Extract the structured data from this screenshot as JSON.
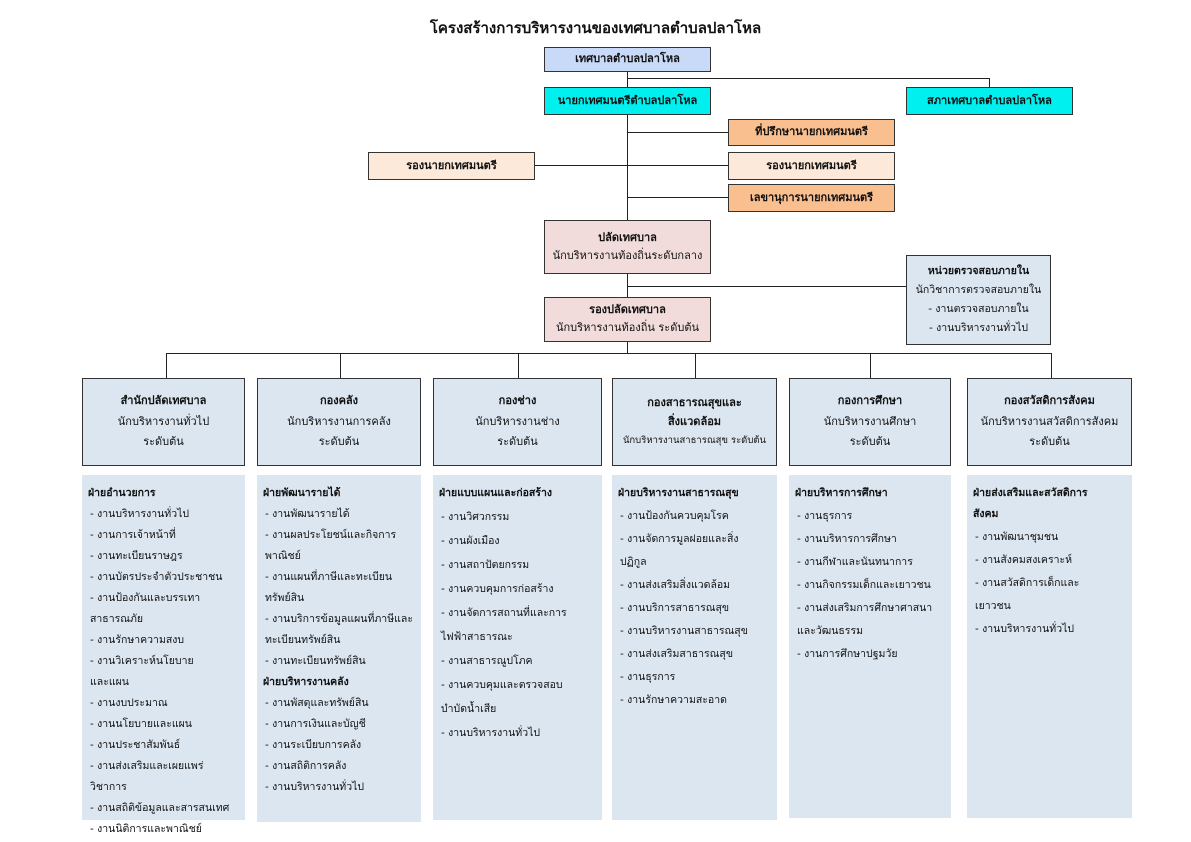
{
  "title": "โครงสร้างการบริหารงานของเทศบาลตำบลปลาโหล",
  "top": {
    "municipality": "เทศบาลตำบลปลาโหล",
    "mayor": "นายกเทศมนตรีตำบลปลาโหล",
    "council": "สภาเทศบาลตำบลปลาโหล",
    "advisor": "ที่ปรึกษานายกเทศมนตรี",
    "deputy_left": "รองนายกเทศมนตรี",
    "deputy_right": "รองนายกเทศมนตรี",
    "secretary": "เลขานุการนายกเทศมนตรี",
    "clerk_title": "ปลัดเทศบาล",
    "clerk_sub": "นักบริหารงานท้องถิ่นระดับกลาง",
    "deputy_clerk_title": "รองปลัดเทศบาล",
    "deputy_clerk_sub": "นักบริหารงานท้องถิ่น ระดับต้น",
    "audit_title": "หน่วยตรวจสอบภายใน",
    "audit_sub": "นักวิชาการตรวจสอบภายใน",
    "audit_items": [
      "- งานตรวจสอบภายใน",
      "- งานบริหารงานทั่วไป"
    ]
  },
  "divisions": [
    {
      "name": "สำนักปลัดเทศบาล",
      "line2": "นักบริหารงานทั่วไป",
      "line3": "ระดับต้น",
      "sections": [
        {
          "head": "ฝ่ายอำนวยการ",
          "items": [
            "- งานบริหารงานทั่วไป",
            "- งานการเจ้าหน้าที่",
            "- งานทะเบียนราษฎร",
            "- งานบัตรประจำตัวประชาชน",
            "- งานป้องกันและบรรเทา",
            "สาธารณภัย",
            "- งานรักษาความสงบ",
            "- งานวิเคราะห์นโยบาย",
            "และแผน",
            "- งานงบประมาณ",
            "- งานนโยบายและแผน",
            "- งานประชาสัมพันธ์",
            "- งานส่งเสริมและเผยแพร่วิชาการ",
            "- งานสถิติข้อมูลและสารสนเทศ",
            "- งานนิติการและพาณิชย์"
          ]
        }
      ]
    },
    {
      "name": "กองคลัง",
      "line2": "นักบริหารงานการคลัง",
      "line3": "ระดับต้น",
      "sections": [
        {
          "head": "ฝ่ายพัฒนารายได้",
          "items": [
            "- งานพัฒนารายได้",
            "- งานผลประโยชน์และกิจการ",
            "พาณิชย์",
            "- งานแผนที่ภาษีและทะเบียน",
            "ทรัพย์สิน",
            "- งานบริการข้อมูลแผนที่ภาษีและ",
            "ทะเบียนทรัพย์สิน",
            "- งานทะเบียนทรัพย์สิน"
          ]
        },
        {
          "head": "ฝ่ายบริหารงานคลัง",
          "items": [
            "- งานพัสดุและทรัพย์สิน",
            "- งานการเงินและบัญชี",
            "- งานระเบียบการคลัง",
            "- งานสถิติการคลัง",
            "- งานบริหารงานทั่วไป"
          ]
        }
      ]
    },
    {
      "name": "กองช่าง",
      "line2": "นักบริหารงานช่าง",
      "line3": "ระดับต้น",
      "sections": [
        {
          "head": "ฝ่ายแบบแผนและก่อสร้าง",
          "items": [
            "- งานวิศวกรรม",
            "- งานผังเมือง",
            "- งานสถาปัตยกรรม",
            "- งานควบคุมการก่อสร้าง",
            "- งานจัดการสถานที่และการ",
            "ไฟฟ้าสาธารณะ",
            "- งานสาธารณูปโภค",
            "- งานควบคุมและตรวจสอบ",
            "บำบัดน้ำเสีย",
            "- งานบริหารงานทั่วไป"
          ]
        }
      ]
    },
    {
      "name": "กองสาธารณสุขและ",
      "line2": "สิ่งแวดล้อม",
      "line3": "นักบริหารงานสาธารณสุข ระดับต้น",
      "sections": [
        {
          "head": "ฝ่ายบริหารงานสาธารณสุข",
          "items": [
            "- งานป้องกันควบคุมโรค",
            "- งานจัดการมูลฝอยและสิ่ง",
            "ปฏิกูล",
            "- งานส่งเสริมสิ่งแวดล้อม",
            "- งานบริการสาธารณสุข",
            "- งานบริหารงานสาธารณสุข",
            "- งานส่งเสริมสาธารณสุข",
            "- งานธุรการ",
            "- งานรักษาความสะอาด"
          ]
        }
      ]
    },
    {
      "name": "กองการศึกษา",
      "line2": "นักบริหารงานศึกษา",
      "line3": "ระดับต้น",
      "sections": [
        {
          "head": "ฝ่ายบริหารการศึกษา",
          "items": [
            "- งานธุรการ",
            "- งานบริหารการศึกษา",
            "- งานกีฬาและนันทนาการ",
            "- งานกิจกรรมเด็กและเยาวชน",
            "- งานส่งเสริมการศึกษาศาสนา",
            "และวัฒนธรรม",
            "- งานการศึกษาปฐมวัย"
          ]
        }
      ]
    },
    {
      "name": "กองสวัสดิการสังคม",
      "line2": "นักบริหารงานสวัสดิการสังคม",
      "line3": "ระดับต้น",
      "sections": [
        {
          "head": "ฝ่ายส่งเสริมและสวัสดิการ",
          "items": [
            "สังคม",
            "- งานพัฒนาชุมชน",
            "- งานสังคมสงเคราะห์",
            "- งานสวัสดิการเด็กและ",
            "เยาวชน",
            "- งานบริหารงานทั่วไป"
          ]
        }
      ]
    }
  ]
}
